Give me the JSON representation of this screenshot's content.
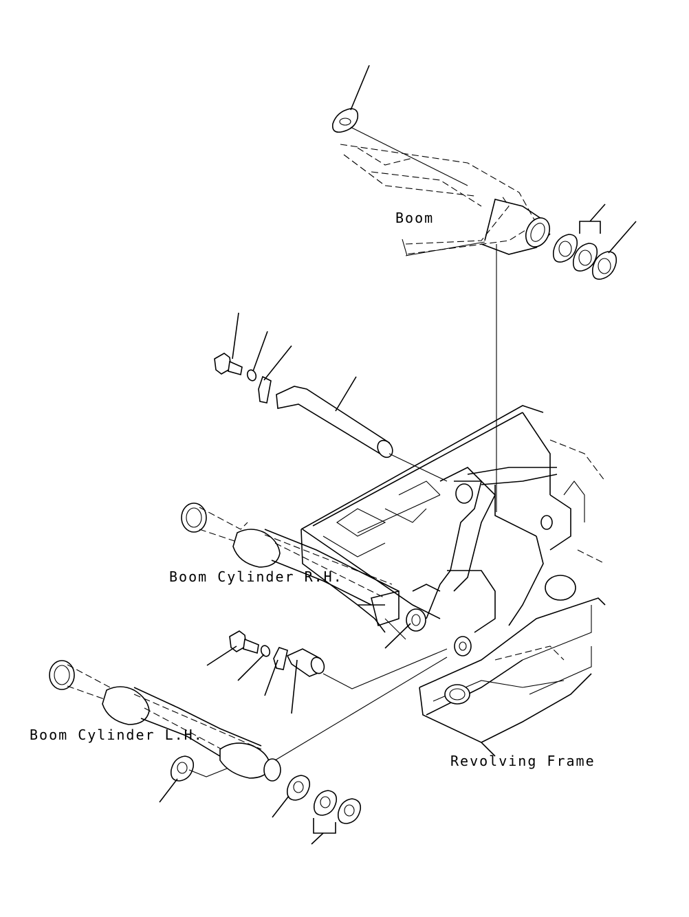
{
  "labels": {
    "boom": "Boom",
    "boom_cylinder_rh": "Boom Cylinder R.H.",
    "boom_cylinder_lh": "Boom Cylinder L.H.",
    "revolving_frame": "Revolving Frame"
  }
}
